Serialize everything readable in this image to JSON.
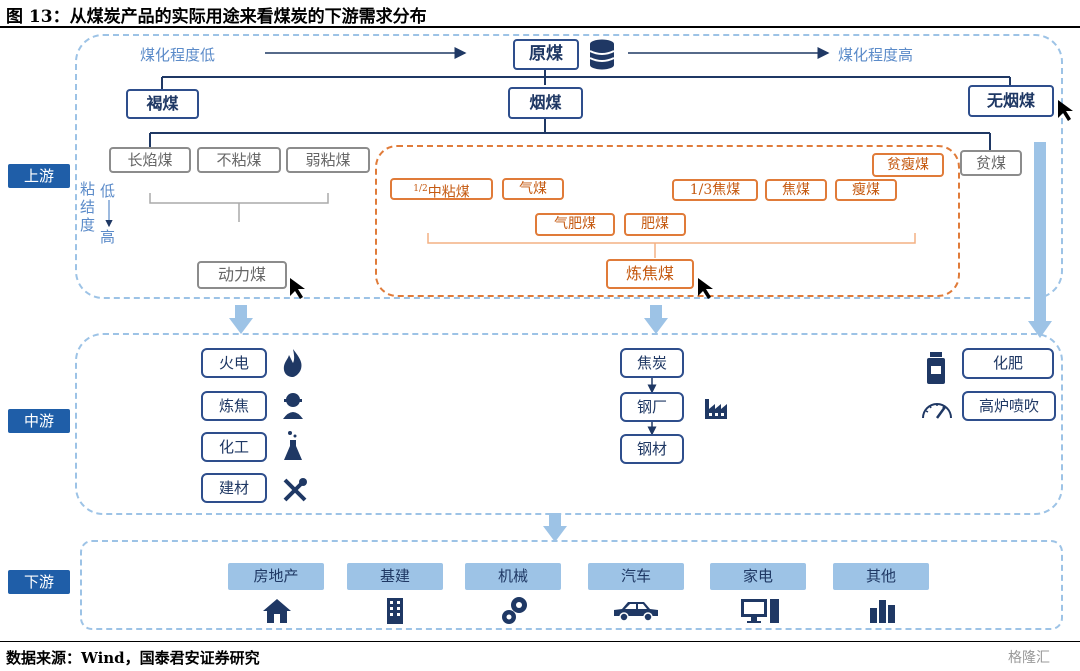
{
  "title": "图 13：从煤炭产品的实际用途来看煤炭的下游需求分布",
  "source": "数据来源：Wind，国泰君安证券研究",
  "watermark": "格隆汇",
  "tiers": {
    "upstream": "上游",
    "midstream": "中游",
    "downstream": "下游"
  },
  "upstream": {
    "root": "原煤",
    "low_note": "煤化程度低",
    "high_note": "煤化程度高",
    "lignite": "褐煤",
    "bituminous": "烟煤",
    "anthracite": "无烟煤",
    "thermal_group": [
      "长焰煤",
      "不粘煤",
      "弱粘煤"
    ],
    "lean": "贫煤",
    "caking_axis": {
      "left": "粘结度",
      "right_low": "低",
      "right_high": "高"
    },
    "thermal_coal": "动力煤",
    "coking_coal": "炼焦煤",
    "coking_group": {
      "half_medium": "中粘煤",
      "half_medium_prefix": "1/2",
      "gas": "气煤",
      "one_third_coking": "1/3焦煤",
      "coking": "焦煤",
      "lean_coking": "瘦煤",
      "lean_lean": "贫瘦煤",
      "gas_fat": "气肥煤",
      "fat": "肥煤"
    }
  },
  "midstream": {
    "thermal_uses": [
      "火电",
      "炼焦",
      "化工",
      "建材"
    ],
    "coking_chain": [
      "焦炭",
      "钢厂",
      "钢材"
    ],
    "anthracite_uses": [
      "化肥",
      "高炉喷吹"
    ]
  },
  "downstream": {
    "sectors": [
      "房地产",
      "基建",
      "机械",
      "汽车",
      "家电",
      "其他"
    ]
  },
  "colors": {
    "navy": "#1f3864",
    "tag_blue": "#1f5ea8",
    "light_blue": "#9dc3e6",
    "orange": "#e07b39",
    "gray": "#8c8c8c"
  },
  "icons": {
    "root": "database-icon",
    "thermal_uses": [
      "flame-icon",
      "worker-icon",
      "flask-icon",
      "tools-icon"
    ],
    "coking": "factory-icon",
    "anthracite_uses": [
      "fertilizer-bottle-icon",
      "gauge-icon"
    ],
    "downstream": [
      "house-icon",
      "building-icon",
      "gears-icon",
      "car-icon",
      "computer-icon",
      "chart-blocks-icon"
    ]
  }
}
